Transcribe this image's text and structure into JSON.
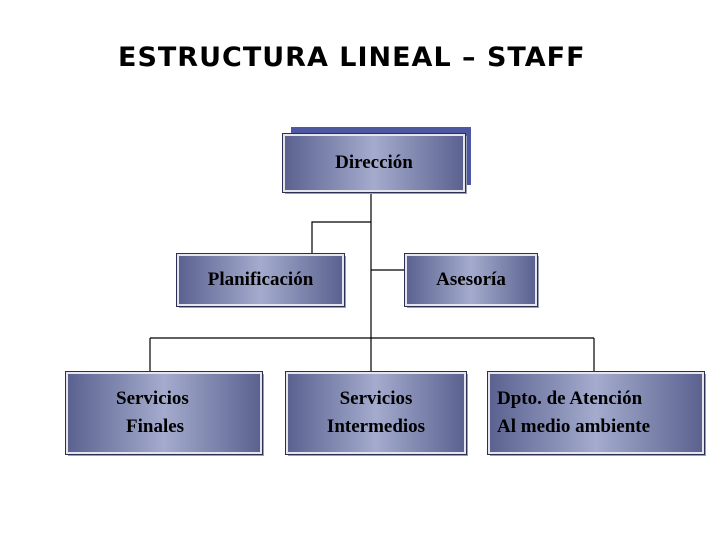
{
  "title": "ESTRUCTURA LINEAL – STAFF",
  "colors": {
    "box_dark": "#5b6290",
    "box_light": "#a4abcd",
    "direction_shadow": "#4e58a2",
    "connector": "#000000"
  },
  "nodes": {
    "direccion": {
      "label": "Dirección"
    },
    "planificacion": {
      "label": "Planificación"
    },
    "asesoria": {
      "label": "Asesoría"
    },
    "servicios_finales": {
      "line1": "Servicios",
      "line2": "Finales"
    },
    "servicios_intermedios": {
      "line1": "Servicios",
      "line2": "Intermedios"
    },
    "dpto_atencion": {
      "line1": "Dpto. de Atención",
      "line2": "Al medio ambiente"
    }
  }
}
